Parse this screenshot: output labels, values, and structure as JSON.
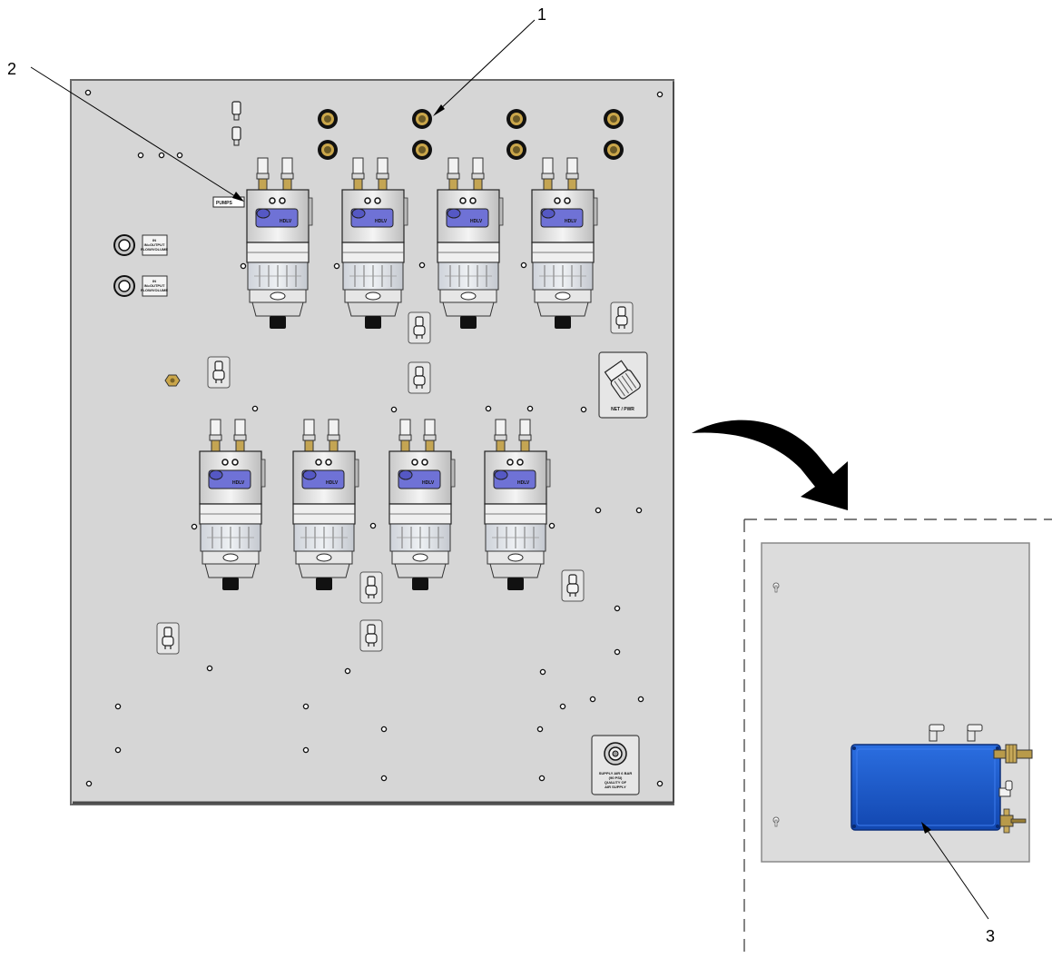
{
  "callouts": [
    {
      "id": "1",
      "label": "1"
    },
    {
      "id": "2",
      "label": "2"
    },
    {
      "id": "3",
      "label": "3"
    }
  ],
  "panel_labels": {
    "pumps_tag": "PUMPS",
    "net_pwr": "NET / PWR",
    "pump_brand": "HDLV",
    "input_1": [
      "IN",
      "IN=OUTPUT",
      "FLOW/VOLUME"
    ],
    "input_2": [
      "IN",
      "IN=OUTPUT",
      "FLOW/VOLUME"
    ],
    "supply_plate": [
      "SUPPLY AIR 6 BAR",
      "(90 PSI)",
      "QUALITY OF",
      "AIR SUPPLY"
    ]
  },
  "colors": {
    "panel": "#d6d6d6",
    "panel_edge": "#6a6a6a",
    "controller_blue": "#1e5fd0",
    "pump_label_blue": "#6f72d6",
    "brass": "#b89a4a",
    "dashed_border": "#333333"
  },
  "icons": [
    "curved-arrow-icon",
    "pump-module-icon",
    "bulkhead-fitting-icon",
    "toggle-valve-icon"
  ]
}
